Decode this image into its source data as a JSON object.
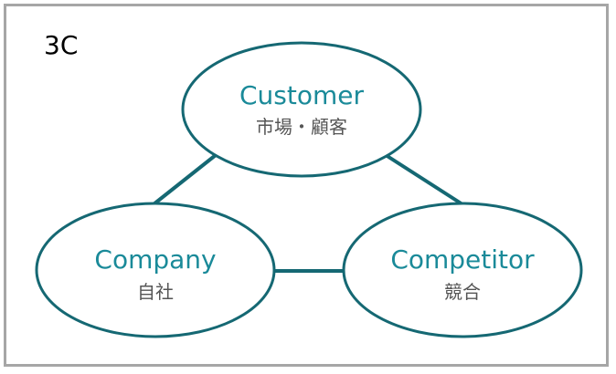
{
  "title": "3C",
  "colors": {
    "stroke": "#156873",
    "title_text": "#1a8a99",
    "sub_text": "#555555",
    "frame": "#a6a6a6"
  },
  "nodes": {
    "customer": {
      "title": "Customer",
      "subtitle": "市場・顧客"
    },
    "company": {
      "title": "Company",
      "subtitle": "自社"
    },
    "competitor": {
      "title": "Competitor",
      "subtitle": "競合"
    }
  }
}
